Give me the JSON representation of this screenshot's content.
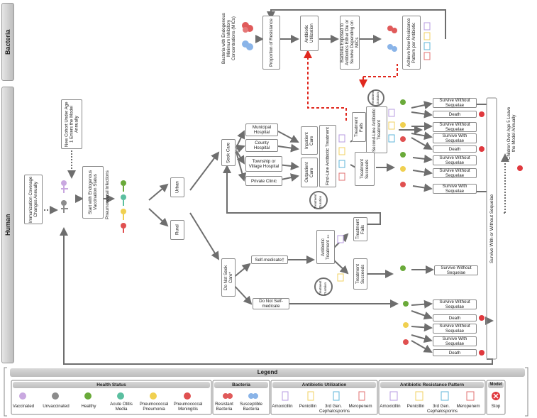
{
  "bands": {
    "bacteria": "Bacteria",
    "human": "Human"
  },
  "bacteria": {
    "mic_label": "Bacteria with Endogenous Minimum Inhibitory Concentrations (MICs)",
    "proportion": "Proportion of Resistance",
    "utilization": "Antibiotic Utilization",
    "exposed": "Bacteria Exposed to Antibiotics Either Die or Survive Depending on MICs",
    "achieve": "Achieve New Resistance Pattern per Antibiotic"
  },
  "human": {
    "immunization": "Immunization Coverage Changes Annually",
    "new_cohort": "New Cohort Under Age 1 Enters the Model Annually",
    "start": "Start with Endogenous Vaccination Status",
    "pneumo": "Pneumococcal Infections",
    "urban": "Urban",
    "rural": "Rural",
    "seek": "Seek Care",
    "not_seek": "Do Not Seek Care*",
    "municipal": "Municipal Hospital",
    "county": "County Hospital",
    "township": "Township or Village Hospital",
    "private": "Private Clinic",
    "inpatient": "Inpatient Care",
    "outpatient": "Outpatient Care",
    "first_line": "First-Line Antibiotic Treatment",
    "treat_duration": "Treatment Duration",
    "treat_fails": "Treatment Fails",
    "second_line": "Second-Line Antibiotic Treatment",
    "treat_succeeds": "Treatment Succeeds",
    "self_medicate": "Self-medicate†",
    "antibiotic_treatment": "Antibiotic Treatment ‡",
    "treat_fails2": "Treatment Fails",
    "treat_succeeds2": "Treatment Succeeds",
    "not_self": "Do Not Self-medicate",
    "survive_without": "Survive Without Sequelae",
    "survive_with": "Survive With Sequelae",
    "death": "Death",
    "survive_with_or_without": "Survive With or Without Sequelae",
    "children_leave": "Children Over Age 5 Leave the Model Annually"
  },
  "legend": {
    "title": "Legend",
    "health_status": "Health Status",
    "bacteria": "Bacteria",
    "utilization": "Antibiotic Utilization",
    "resistance": "Antibiotic Resistance Pattern",
    "model": "Model",
    "health_items": [
      "Vaccinated",
      "Unvaccinated",
      "Healthy",
      "Acute Otitis Media",
      "Pneumococcal Pneumonia",
      "Pneumococcal Meningitis"
    ],
    "bacteria_items": [
      "Resistant Bacteria",
      "Susceptible Bacteria"
    ],
    "util_items": [
      "Amoxicillin",
      "Penicillin",
      "3rd Gen. Cephalosporins",
      "Meropenem"
    ],
    "resist_items": [
      "Amoxicillin",
      "Penicillin",
      "3rd Gen. Cephalosporins",
      "Meropenem"
    ],
    "model_items": [
      "Stop"
    ]
  },
  "colors": {
    "vaccinated": "#c9a8e0",
    "unvaccinated": "#8c8c8c",
    "healthy": "#6aaa3a",
    "aom": "#5bbfa0",
    "pneumonia": "#f0d050",
    "meningitis": "#e05050",
    "resistant": "#e05a5a",
    "susceptible": "#8ab4e8",
    "amoxicillin": "#b79be0",
    "penicillin": "#f2d060",
    "cephalosporins": "#5fb4d8",
    "meropenem": "#e27070",
    "stop": "#e0393e",
    "arrow": "#6e6e6e",
    "feedback": "#e0281e"
  }
}
